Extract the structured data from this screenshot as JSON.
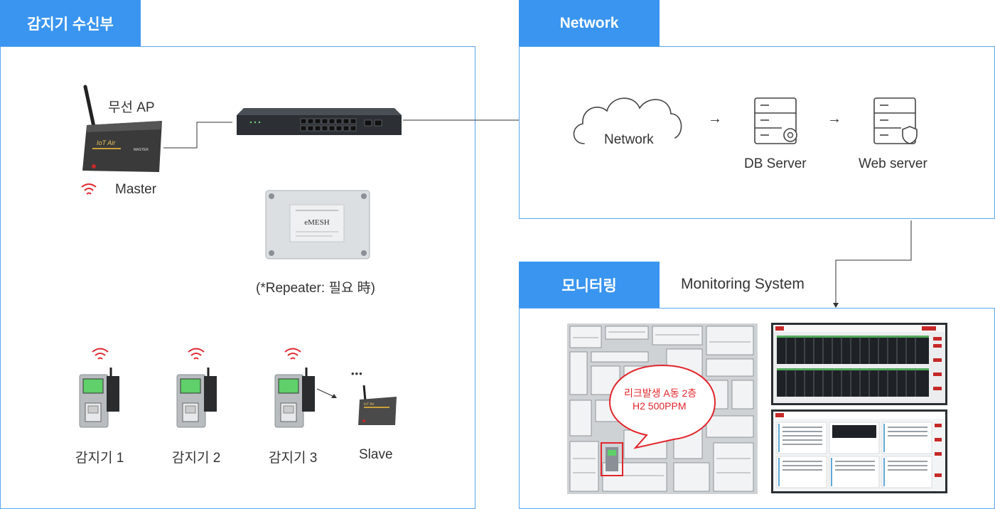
{
  "receiver": {
    "tab_label": "감지기 수신부",
    "ap_label": "무선 AP",
    "master_label": "Master",
    "repeater_label": "(*Repeater: 필요 時)",
    "detectors": [
      "감지기 1",
      "감지기 2",
      "감지기 3"
    ],
    "slave_label": "Slave",
    "ellipsis": "•••"
  },
  "network": {
    "tab_label": "Network",
    "cloud_label": "Network",
    "db_label": "DB Server",
    "web_label": "Web server",
    "arrow": "→"
  },
  "monitoring": {
    "tab_label": "모니터링",
    "system_label": "Monitoring System",
    "bubble_line1": "리크발생 A동 2층",
    "bubble_line2": "H2 500PPM"
  },
  "colors": {
    "accent": "#3a95f0",
    "border": "#5aa5ec",
    "wifi": "#e0262d",
    "alert": "#e0262d"
  }
}
